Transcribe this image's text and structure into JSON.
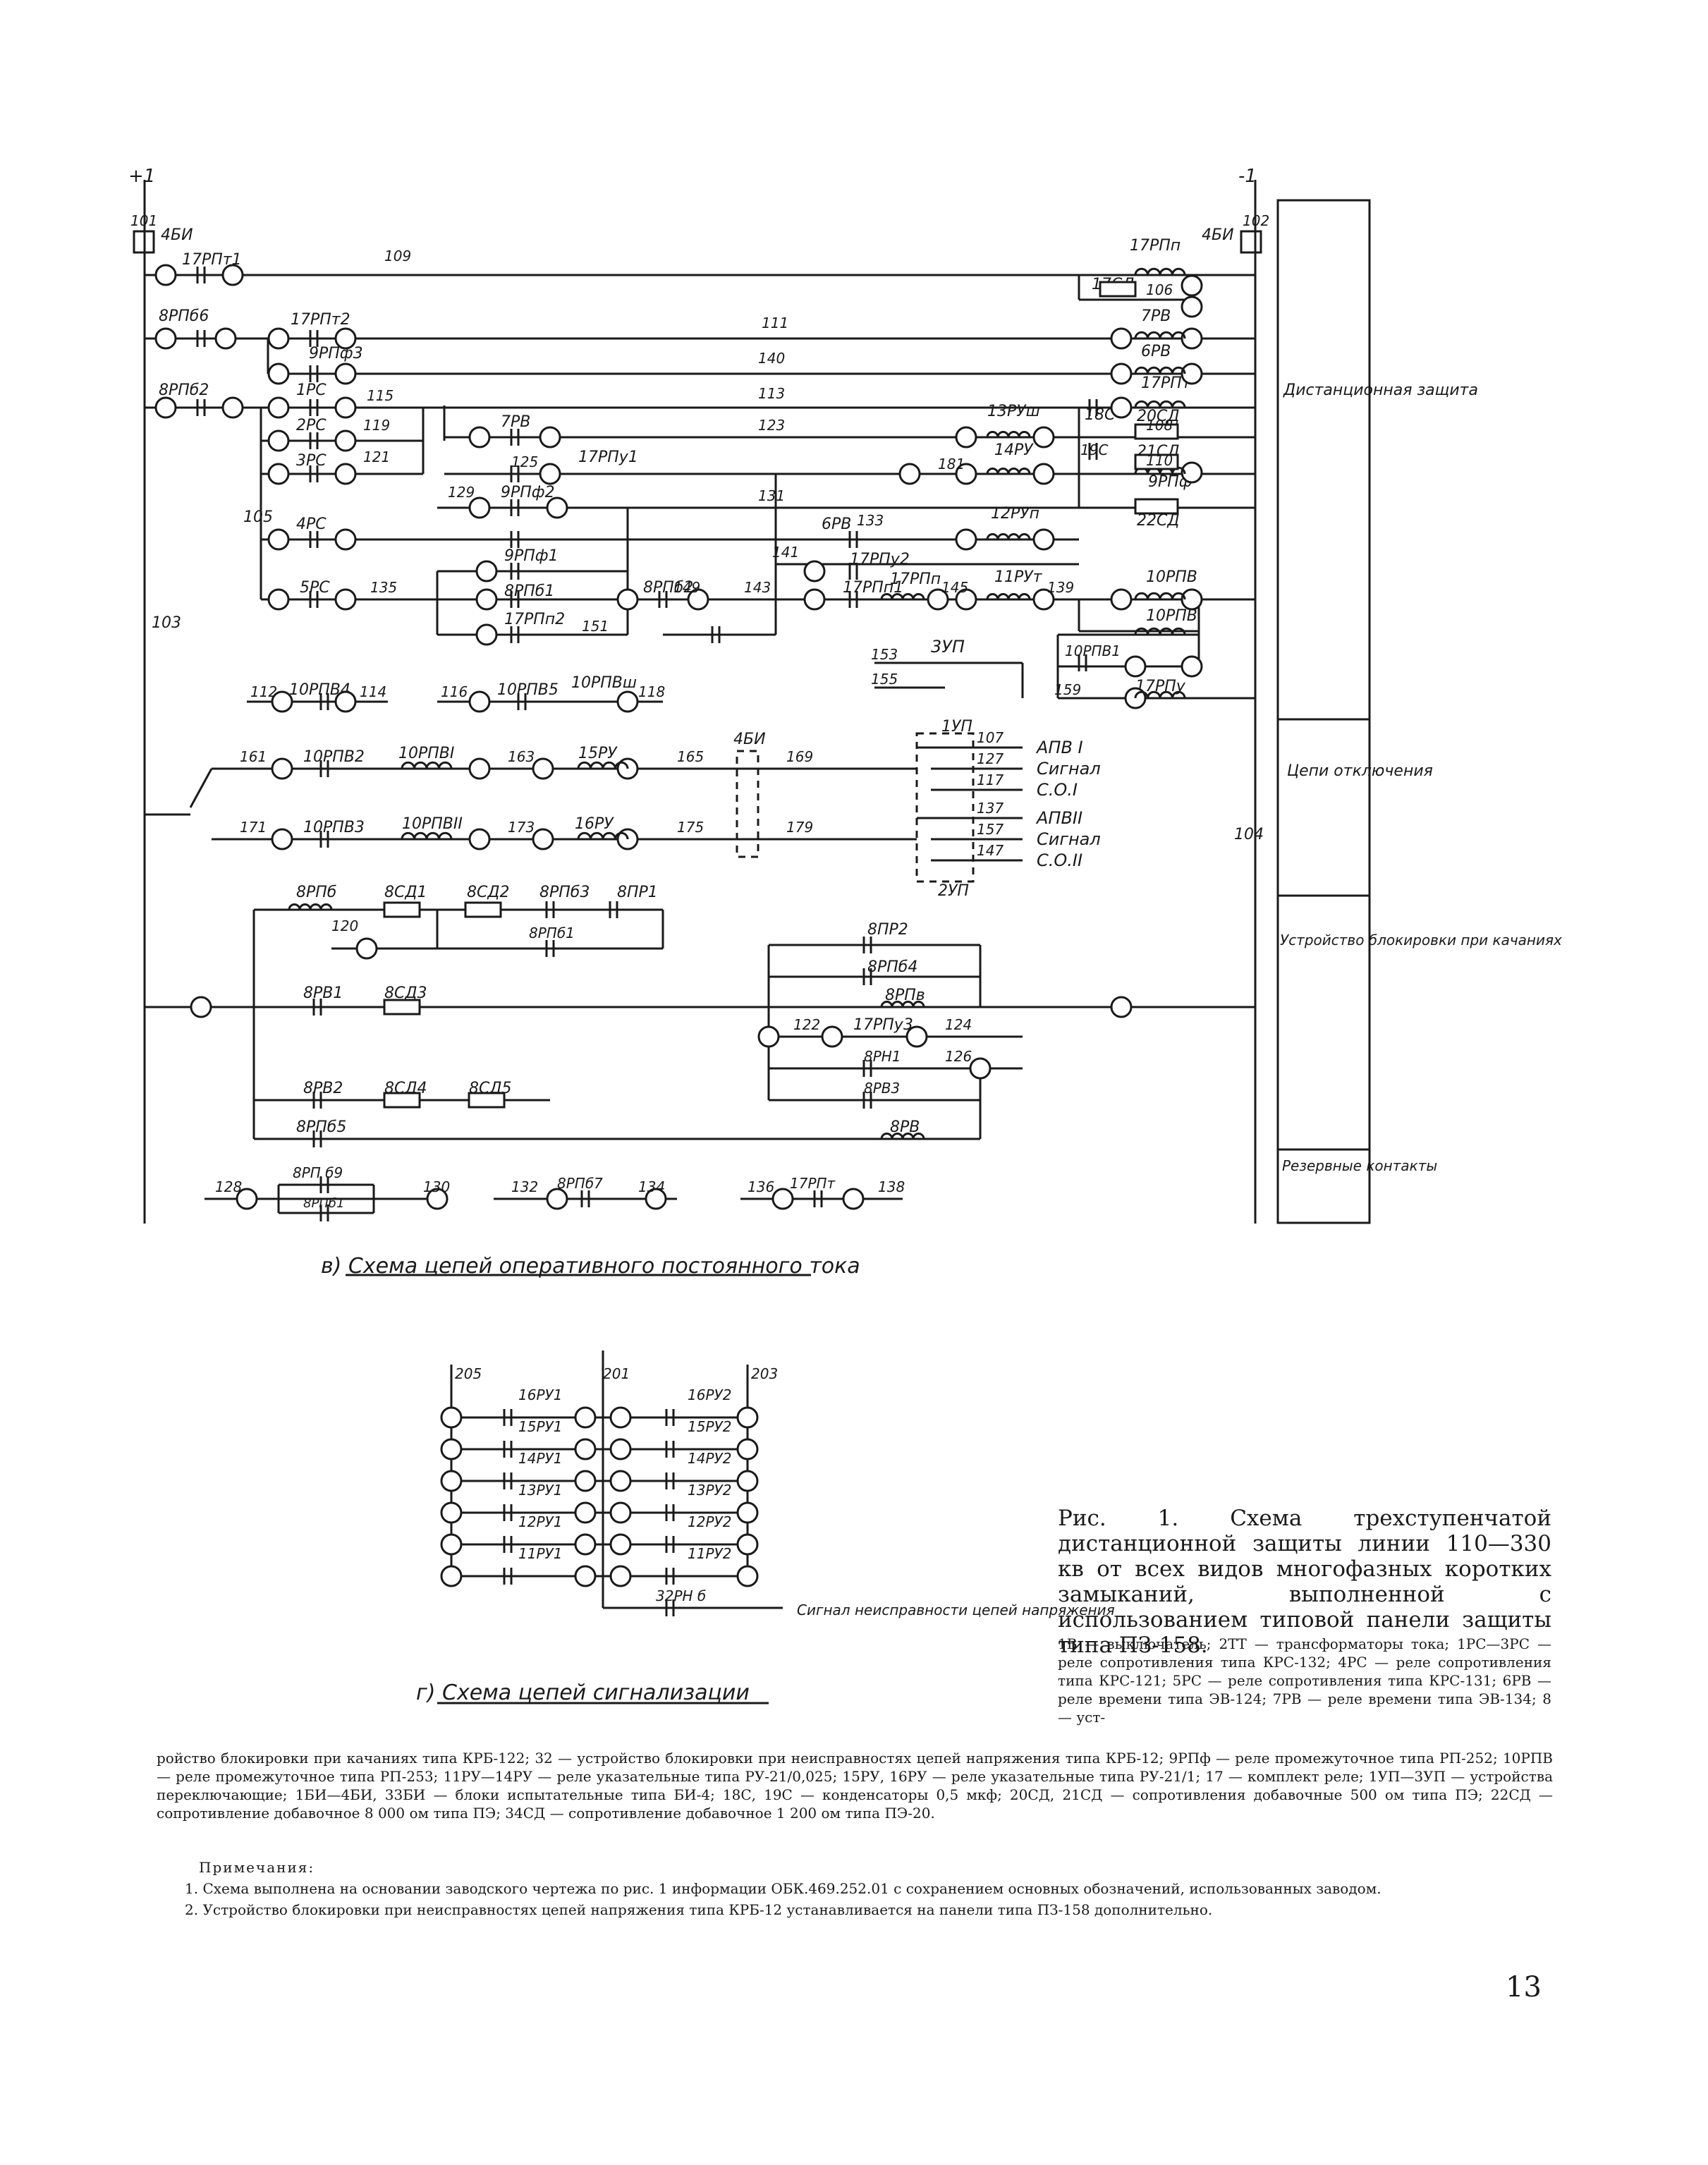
{
  "diagram": {
    "rails": {
      "plus": "+1",
      "minus": "-1",
      "w101": "101",
      "w102": "102",
      "w103": "103",
      "w104": "104",
      "w105": "105"
    },
    "wires": [
      "109",
      "111",
      "140",
      "113",
      "115",
      "119",
      "121",
      "123",
      "125",
      "131",
      "129",
      "133",
      "135",
      "141",
      "143",
      "145",
      "139",
      "149",
      "151",
      "153",
      "155",
      "159",
      "181",
      "106",
      "108",
      "110",
      "112",
      "114",
      "116",
      "118",
      "161",
      "163",
      "165",
      "169",
      "171",
      "173",
      "175",
      "179",
      "107",
      "127",
      "117",
      "137",
      "157",
      "147",
      "120",
      "122",
      "124",
      "126",
      "128",
      "130",
      "132",
      "134",
      "136",
      "138",
      "201",
      "203",
      "205"
    ],
    "labels": {
      "bi4": "4БИ",
      "bi4r": "4БИ",
      "rp17t1": "17РПт1",
      "rp17p": "17РПп",
      "sd17": "17СД",
      "rpb6": "8РПб6",
      "rpt2": "17РПт2",
      "rv7a": "7РВ",
      "rpf3": "9РПф3",
      "rv6a": "6РВ",
      "rpb2": "8РПб2",
      "rs1": "1РС",
      "rp17t": "17РПт",
      "rs2": "2РС",
      "rs3": "3РС",
      "rv7b": "7РВ",
      "ru13": "13РУш",
      "c18": "18С",
      "sd20": "20СД",
      "rpu1": "17РПу1",
      "ru14": "14РУ",
      "c19": "19С",
      "sd21": "21СД",
      "rpf2": "9РПф2",
      "rpf": "9РПф",
      "sd22": "22СД",
      "rs4": "4РС",
      "rv6b": "6РВ",
      "ru12": "12РУп",
      "rpf1": "9РПф1",
      "rpu2": "17РПу2",
      "rs5": "5РС",
      "rpb1": "8РПб1",
      "rpb2b": "8РПб2",
      "rpp1": "17РПп1",
      "rpp": "17РПп",
      "ru11": "11РУт",
      "rpv10": "10РПВ",
      "rpp2": "17РПп2",
      "rpv10b": "10РПВ",
      "zup": "3УП",
      "rpv1": "10РПВ1",
      "rpu": "17РПу",
      "rpv4": "10РПВ4",
      "rpv5": "10РПВ5",
      "rpv3": "10РПВш",
      "rpv2": "10РПВ2",
      "rpvI": "10РПВI",
      "ru15": "15РУ",
      "bi4c": "4БИ",
      "up1": "1УП",
      "apv1": "АПВ I",
      "sig1": "Сигнал",
      "co1": "С.О.I",
      "rpv3b": "10РПВ3",
      "rpvII": "10РПВII",
      "ru16": "16РУ",
      "apv2": "АПВII",
      "sig2": "Сигнал",
      "co2": "С.О.II",
      "up2": "2УП",
      "rpb": "8РПб",
      "sd1": "8СД1",
      "sd2": "8СД2",
      "rpb3": "8РПб3",
      "pr1": "8ПР1",
      "rpb1b": "8РПб1",
      "pr2": "8ПР2",
      "rpb4": "8РПб4",
      "rv8": "8РВ1",
      "sd3": "8СД3",
      "rpb8": "8РПв",
      "rpu3": "17РПу3",
      "rn8": "8РН1",
      "rv8b": "8РВ3",
      "rv8c": "8РВ2",
      "sd4": "8СД4",
      "sd5": "8СД5",
      "rpb5": "8РПб5",
      "rv8d": "8РВ",
      "rpb9": "8РП б9",
      "rpb7": "8РПб7",
      "rpb1c": "8РПб1",
      "rp17tb": "17РПт",
      "ru16_1": "16РУ1",
      "ru15_1": "15РУ1",
      "ru14_1": "14РУ1",
      "ru13_1": "13РУ1",
      "ru12_1": "12РУ1",
      "ru11_1": "11РУ1",
      "ru16_2": "16РУ2",
      "ru15_2": "15РУ2",
      "ru14_2": "14РУ2",
      "ru13_2": "13РУ2",
      "ru12_2": "12РУ2",
      "ru11_2": "11РУ2",
      "rn32": "32РН б",
      "sigfault": "Сигнал неисправности цепей напряжения"
    },
    "side_panel": [
      "Дистанционная защита",
      "Цепи отключения",
      "Устройство блокировки при качаниях",
      "Резервные контакты"
    ],
    "title_v": "в) Схема цепей оперативного постоянного тока",
    "title_g": "г) Схема цепей сигнализации"
  },
  "caption": "Рис. 1. Схема трехступенчатой дистанционной защиты линии 110—330 кв от всех видов многофазных коротких замыканий, выполненной с использованием типовой панели защиты типа ПЗ-158.",
  "legend_start": "1В — выключатель; 2ТТ — трансформаторы тока; 1РС—3РС — реле сопротивления типа КРС-132; 4РС — реле сопротивления типа КРС-121; 5РС — реле сопротивления типа КРС-131; 6РВ — реле времени типа ЭВ-124; 7РВ — реле времени типа ЭВ-134; 8 — уст-",
  "legend_cont": "ройство блокировки при качаниях типа КРБ-122; 32 — устройство блокировки при неисправностях цепей напряжения типа КРБ-12; 9РПф — реле промежуточное типа РП-252; 10РПВ — реле промежуточное типа РП-253; 11РУ—14РУ — реле указательные типа РУ-21/0,025; 15РУ, 16РУ — реле указательные типа РУ-21/1; 17 — комплект реле; 1УП—3УП — устройства переключающие; 1БИ—4БИ, 33БИ — блоки испытательные типа БИ-4; 18С, 19С — конденсаторы 0,5 мкф; 20СД, 21СД — сопротивления добавочные 500 ом типа ПЭ; 22СД — сопротивление добавочное 8 000 ом типа ПЭ; 34СД — сопротивление добавочное 1 200 ом типа ПЭ-20.",
  "notes_head": "Примечания:",
  "note1": "1. Схема выполнена на основании заводского чертежа по рис. 1 информации ОБК.469.252.01 с сохранением основных обозначений, использованных заводом.",
  "note2": "2. Устройство блокировки при неисправностях цепей напряжения типа КРБ-12 устанавливается на панели типа ПЗ-158 дополнительно.",
  "page_number": "13"
}
